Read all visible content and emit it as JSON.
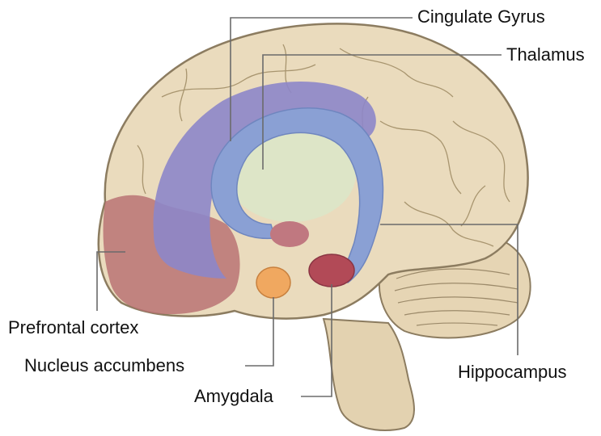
{
  "labels": {
    "cingulate_gyrus": "Cingulate Gyrus",
    "thalamus": "Thalamus",
    "prefrontal_cortex": "Prefrontal cortex",
    "nucleus_accumbens": "Nucleus accumbens",
    "amygdala": "Amygdala",
    "hippocampus": "Hippocampus"
  },
  "colors": {
    "brain_fill": "#eadbbd",
    "brain_outline": "#8c7c60",
    "cingulate": "#8d86c9",
    "limbic_arc": "#8aa0d4",
    "thalamus": "#dbe6c9",
    "prefrontal": "#b86f72",
    "nucleus_accumbens": "#f0a860",
    "amygdala": "#b24a57",
    "hippocampus_small": "#c07880",
    "leader_line": "#6b6b6b"
  }
}
